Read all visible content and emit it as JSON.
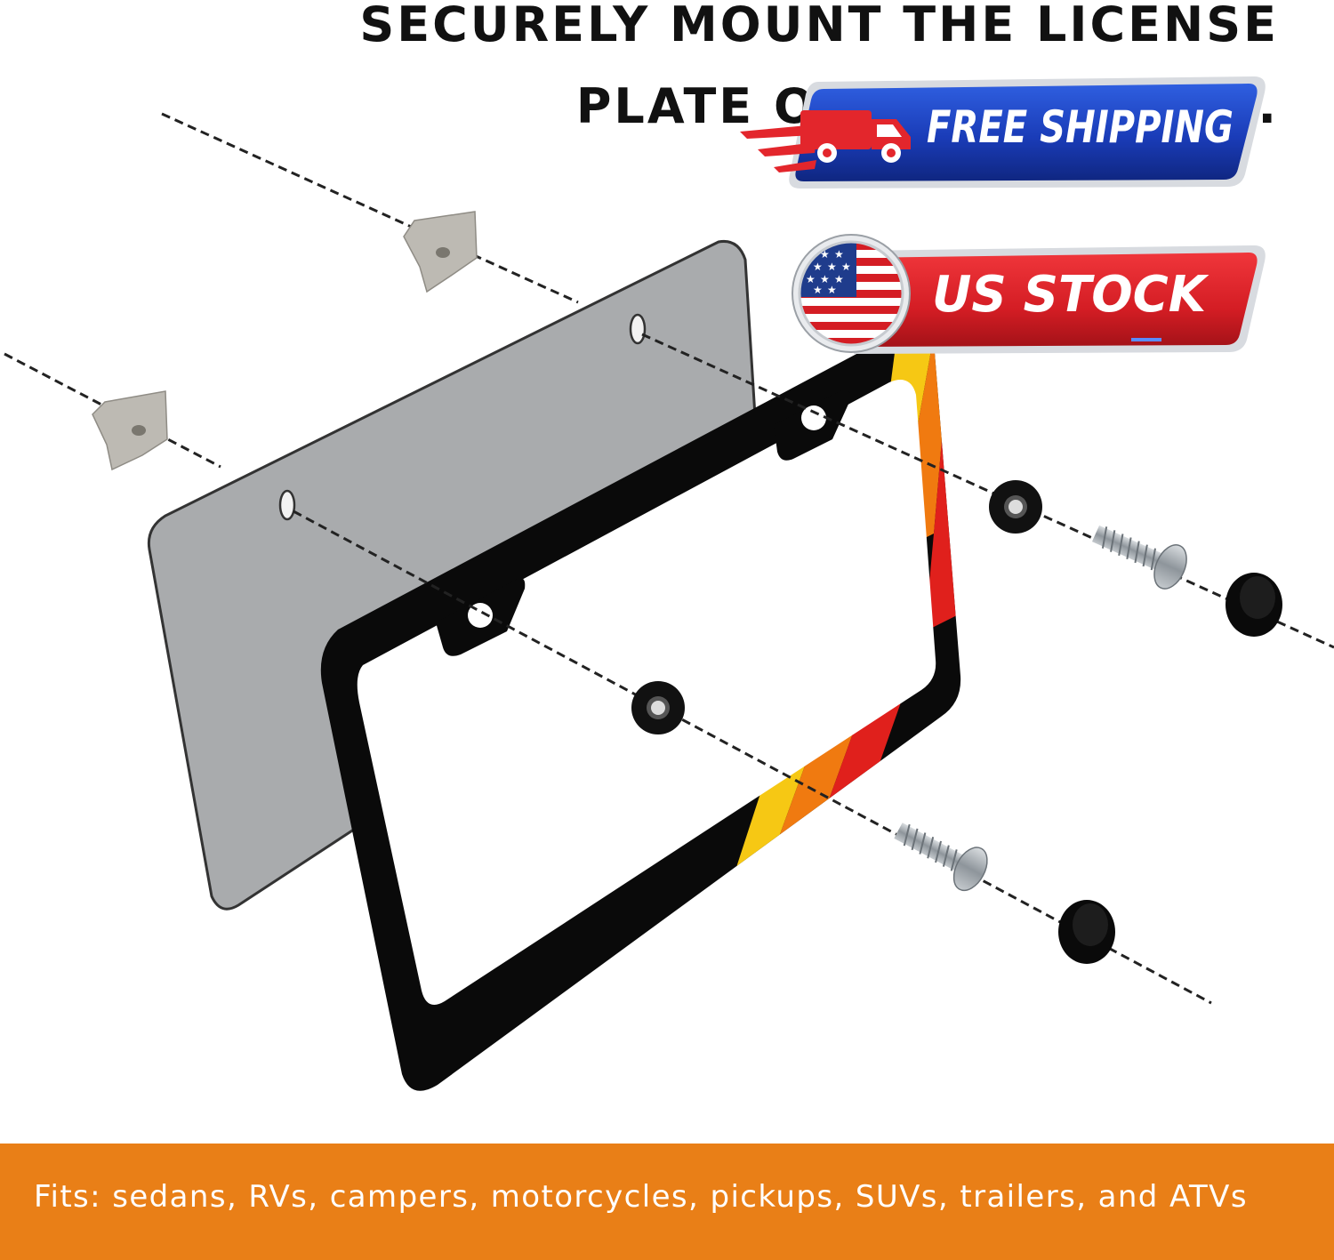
{
  "headline": {
    "line1": "SECURELY MOUNT THE LICENSE",
    "line2": "PLATE ON THE VEHICLE."
  },
  "badges": {
    "shipping": "FREE SHIPPING",
    "stock": "US STOCK"
  },
  "footer": {
    "text": "Fits: sedans, RVs, campers, motorcycles, pickups, SUVs, trailers, and ATVs"
  },
  "colors": {
    "footer_bg": "#e97f17",
    "frame": "#0a0a0a",
    "plate": "#a9abad",
    "stripe_yellow": "#f6c814",
    "stripe_orange": "#f07a10",
    "stripe_red": "#e0201c",
    "shipping_badge": "#1c3fbf",
    "stock_badge": "#d81e26"
  }
}
